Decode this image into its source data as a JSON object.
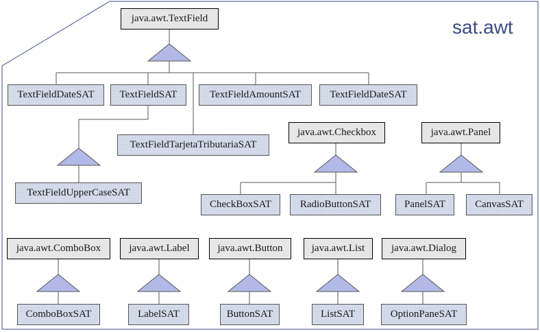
{
  "package": "sat.awt",
  "groups": [
    {
      "parent": "java.awt.TextField",
      "children": [
        "TextFieldDateSAT",
        "TextFieldSAT",
        "TextFieldTarjetaTributariaSAT",
        "TextFieldAmountSAT",
        "TextFieldDateSAT"
      ]
    },
    {
      "parent": "TextFieldSAT",
      "children": [
        "TextFieldUpperCaseSAT"
      ]
    },
    {
      "parent": "java.awt.Checkbox",
      "children": [
        "CheckBoxSAT",
        "RadioButtonSAT"
      ]
    },
    {
      "parent": "java.awt.Panel",
      "children": [
        "PanelSAT",
        "CanvasSAT"
      ]
    },
    {
      "parent": "java.awt.ComboBox",
      "children": [
        "ComboBoxSAT"
      ]
    },
    {
      "parent": "java.awt.Label",
      "children": [
        "LabelSAT"
      ]
    },
    {
      "parent": "java.awt.Button",
      "children": [
        "ButtonSAT"
      ]
    },
    {
      "parent": "java.awt.List",
      "children": [
        "ListSAT"
      ]
    },
    {
      "parent": "java.awt.Dialog",
      "children": [
        "OptionPaneSAT"
      ]
    }
  ],
  "colors": {
    "frame": "#3d4a86",
    "triangle": "#b3b9e6",
    "line": "#555555",
    "package_text": "#3d4a86"
  }
}
